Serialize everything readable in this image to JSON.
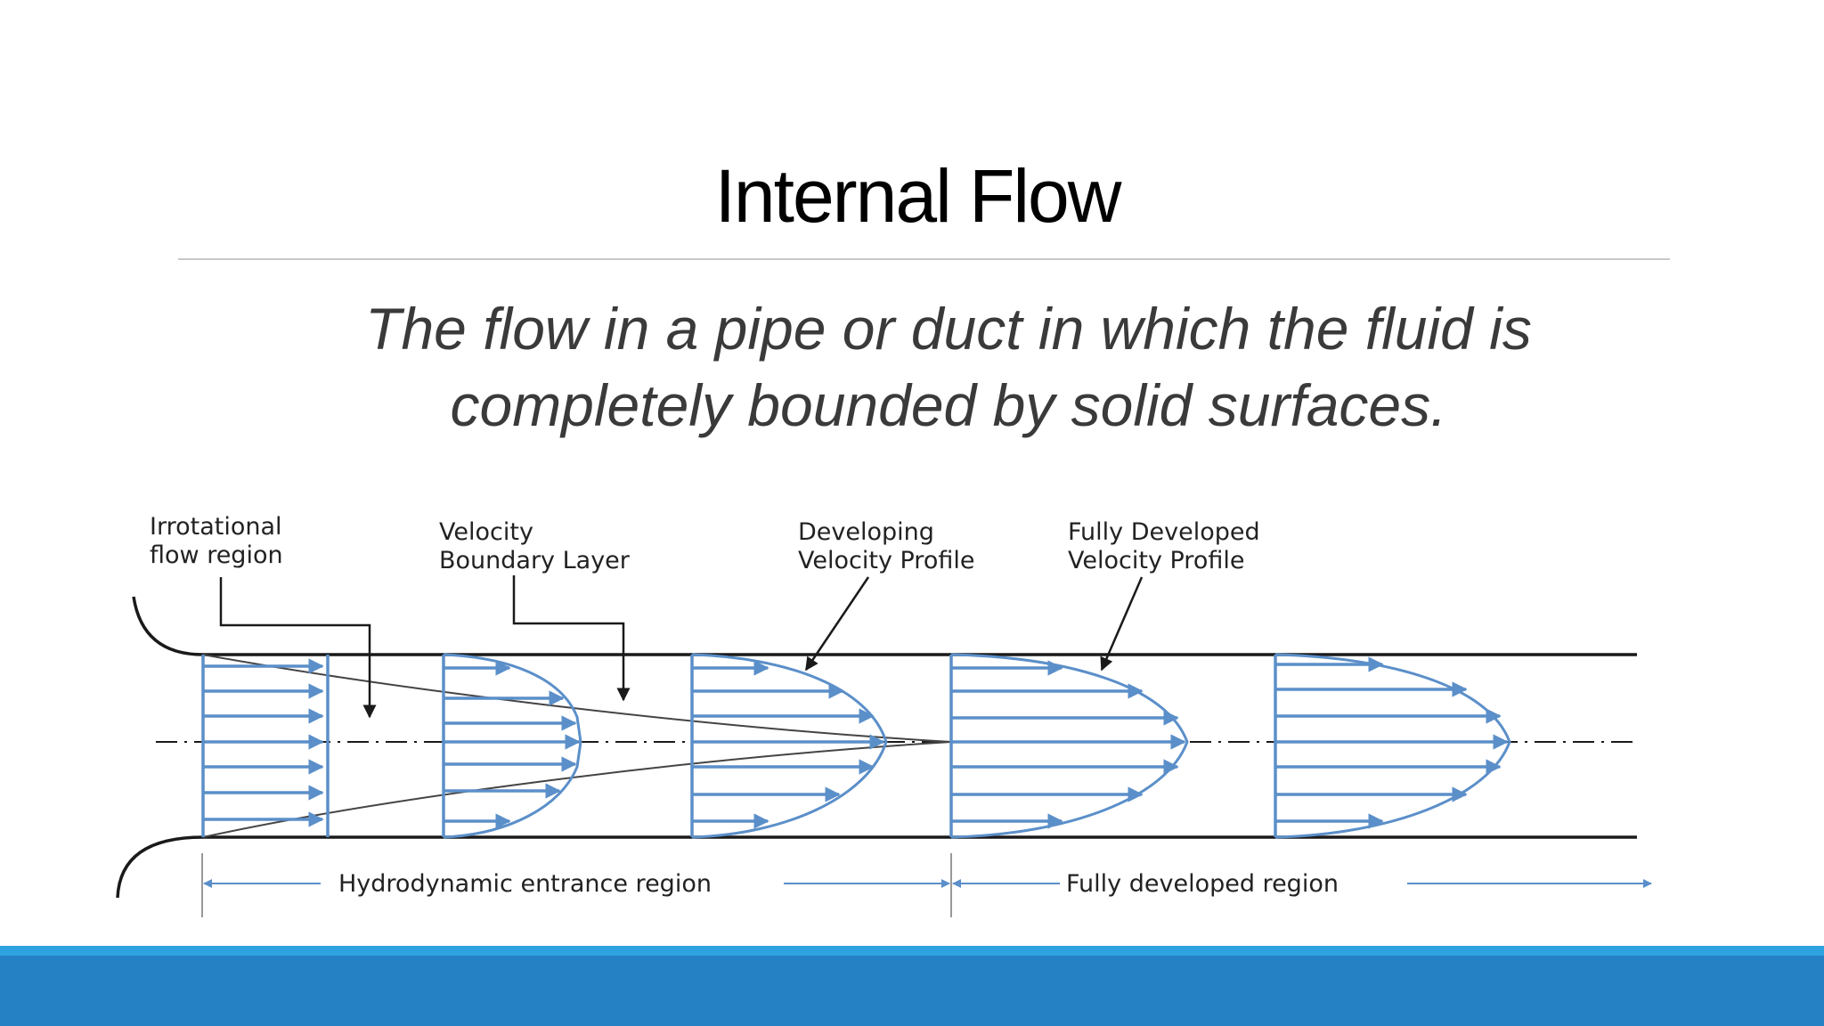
{
  "slide": {
    "title": "Internal Flow",
    "subtitle_line1": "The flow in a pipe or duct in which the fluid is",
    "subtitle_line2": "completely bounded by solid surfaces."
  },
  "diagram": {
    "labels": {
      "irrotational_line1": "Irrotational",
      "irrotational_line2": "flow region",
      "boundary_line1": "Velocity",
      "boundary_line2": "Boundary Layer",
      "developing_line1": "Developing",
      "developing_line2": "Velocity Profile",
      "developed_line1": "Fully Developed",
      "developed_line2": "Velocity Profile",
      "entrance_region": "Hydrodynamic entrance region",
      "developed_region": "Fully developed region"
    },
    "colors": {
      "profile": "#5b8fc9",
      "wall": "#1a1a1a",
      "footer_light": "#2ea3e0",
      "footer_dark": "#2680c4"
    }
  }
}
